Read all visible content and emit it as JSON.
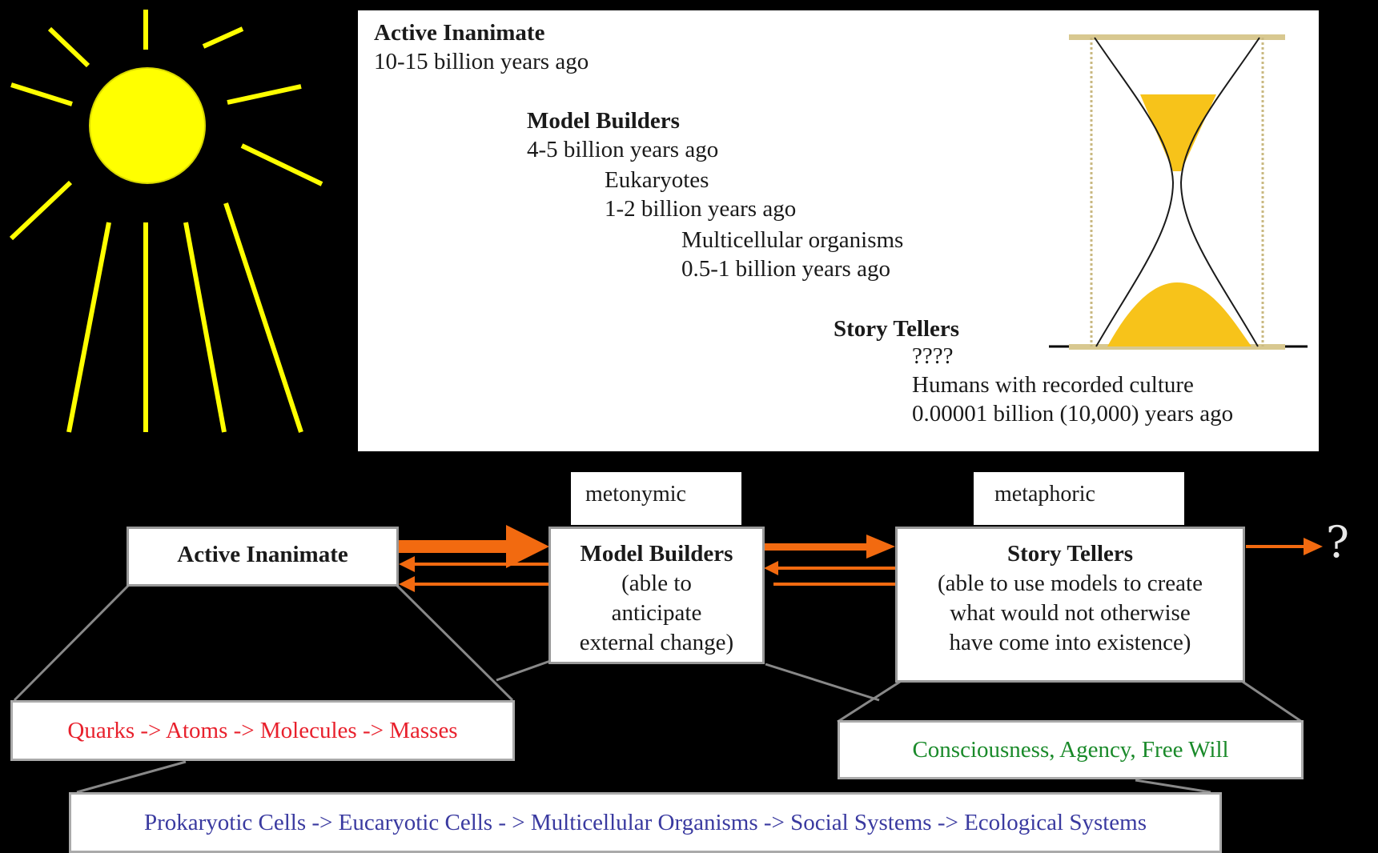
{
  "colors": {
    "background": "#000000",
    "sun": "#ffff00",
    "arrow": "#f26a10",
    "sand": "#f7c31a",
    "physical_text": "#e8202c",
    "biological_text": "#3a3aa0",
    "mental_text": "#1a8a2a"
  },
  "timeline": {
    "active_inanimate": {
      "title": "Active Inanimate",
      "when": "10-15 billion years ago"
    },
    "model_builders": {
      "title": "Model Builders",
      "when": "4-5 billion years ago"
    },
    "eukaryotes": {
      "title": "Eukaryotes",
      "when": "1-2 billion years ago"
    },
    "multicellular": {
      "title": "Multicellular organisms",
      "when": "0.5-1 billion years ago"
    },
    "story_tellers": {
      "title": "Story Tellers",
      "question": "????",
      "humans": "Humans with recorded culture",
      "when": "0.00001 billion  (10,000) years ago"
    }
  },
  "flow": {
    "active_inanimate": {
      "title": "Active Inanimate"
    },
    "model_builders": {
      "title": "Model Builders",
      "desc": [
        "(able to",
        "anticipate",
        "external change)"
      ]
    },
    "story_tellers": {
      "title": "Story Tellers",
      "desc": [
        "(able to use models to create",
        "what would not otherwise",
        "have come into existence)"
      ]
    },
    "metonymic_label": "metonymic",
    "metaphoric_label": "metaphoric",
    "future_mark": "?"
  },
  "sequences": {
    "physical": "Quarks  ->  Atoms ->  Molecules -> Masses",
    "mental": "Consciousness, Agency, Free Will",
    "biological": "Prokaryotic Cells -> Eucaryotic Cells - > Multicellular Organisms -> Social Systems -> Ecological Systems"
  },
  "icons": [
    "sun-icon",
    "hourglass-icon",
    "question-mark-icon"
  ]
}
